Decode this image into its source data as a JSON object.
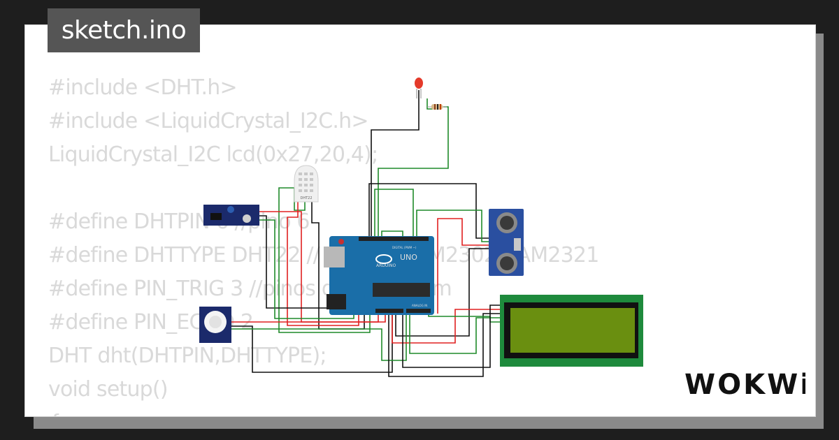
{
  "tab": {
    "filename": "sketch.ino"
  },
  "code_lines": [
    "#include <DHT.h>",
    "#include <LiquidCrystal_I2C.h>",
    "LiquidCrystal_I2C lcd(0x27,20,4);",
    "",
    "#define DHTPIN 6 //pino 6",
    "#define DHTTYPE DHT22 // DHT 22 (AM2302), AM2321",
    "#define PIN_TRIG 3 //pinos do ultrassom",
    "#define PIN_ECHO 2",
    "DHT dht(DHTPIN,DHTTYPE);",
    "void setup()",
    "{"
  ],
  "components": {
    "dht_label": "DHT22",
    "arduino_brand": "ARDUINO",
    "arduino_model": "UNO",
    "digital_label": "DIGITAL (PWM ~)",
    "analog_label": "ANALOG IN"
  },
  "brand": {
    "logo_text": "WOKWi"
  },
  "colors": {
    "background": "#1e1e1e",
    "card": "#ffffff",
    "tab": "#555555",
    "code_text": "#d9d9d9",
    "arduino_board": "#1a6ea8",
    "lcd_frame": "#1e8a3c",
    "lcd_screen": "#6a8f10",
    "wire_red": "#e02020",
    "wire_black": "#111111",
    "wire_green": "#1f8a2a"
  }
}
